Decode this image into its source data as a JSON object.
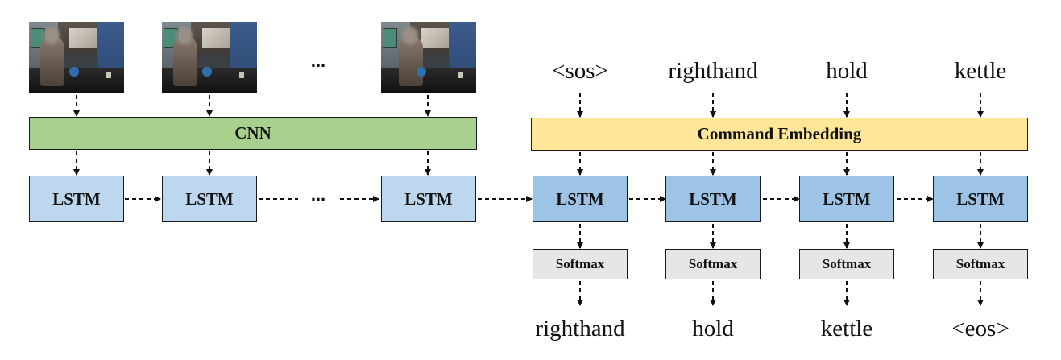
{
  "input_frames": [
    {
      "icon": "kitchen-video-frame"
    },
    {
      "icon": "kitchen-video-frame"
    },
    {
      "icon": "kitchen-video-frame"
    }
  ],
  "frames_ellipsis": "...",
  "encoder": {
    "cnn_label": "CNN",
    "lstm_labels": [
      "LSTM",
      "LSTM",
      "LSTM"
    ],
    "lstm_ellipsis": "...",
    "color": "#bdd7ee",
    "cnn_color": "#a9d08e"
  },
  "decoder": {
    "embedding_label": "Command Embedding",
    "embedding_color": "#ffe699",
    "input_tokens": [
      "<sos>",
      "righthand",
      "hold",
      "kettle"
    ],
    "lstm_labels": [
      "LSTM",
      "LSTM",
      "LSTM",
      "LSTM"
    ],
    "softmax_labels": [
      "Softmax",
      "Softmax",
      "Softmax",
      "Softmax"
    ],
    "output_tokens": [
      "righthand",
      "hold",
      "kettle",
      "<eos>"
    ],
    "color": "#9dc3e6",
    "softmax_color": "#e7e6e6"
  }
}
